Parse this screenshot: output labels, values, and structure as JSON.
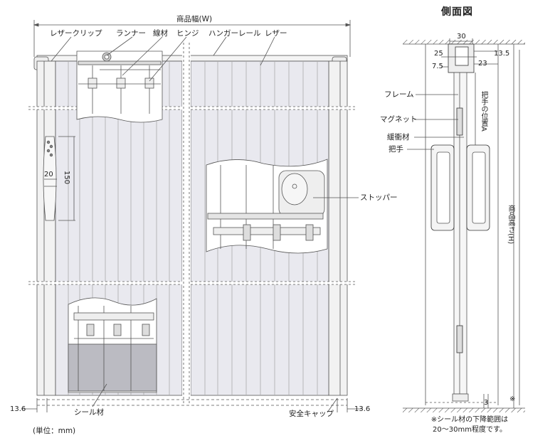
{
  "front": {
    "width_label": "商品幅(W)",
    "labels": {
      "leather_clip": "レザークリップ",
      "runner": "ランナー",
      "wire": "線材",
      "hinge": "ヒンジ",
      "hanger_rail": "ハンガーレール",
      "leather": "レザー",
      "stopper": "ストッパー",
      "seal": "シール材",
      "safety_cap": "安全キャップ"
    },
    "dims": {
      "d20": "20",
      "d150": "150",
      "left136": "13.6",
      "right136": "13.6"
    },
    "unit": "(単位：mm)"
  },
  "side": {
    "title": "側面図",
    "labels": {
      "frame": "フレーム",
      "magnet": "マグネット",
      "buffer": "緩衝材",
      "handle": "把手",
      "handle_pos": "把手の位置A",
      "height": "商品高さ(H)"
    },
    "dims": {
      "d30": "30",
      "d25": "25",
      "d135": "13.5",
      "d75": "7.5",
      "d23": "23",
      "d3": "3"
    },
    "asterisk": "※",
    "note_line1": "※シール材の下降範囲は",
    "note_line2": "20〜30mm程度です。"
  }
}
